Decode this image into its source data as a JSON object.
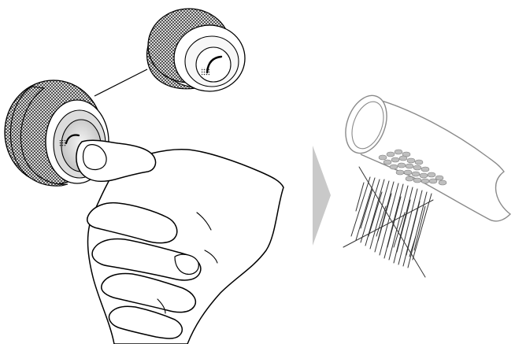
{
  "figure": {
    "left_panel": {
      "front_knob": {
        "icon": "shower-head-icon"
      },
      "rear_knob": {
        "icon": "shower-head-icon"
      },
      "hand": {
        "gesture": "press"
      }
    },
    "transition_arrow": {
      "icon": "arrow-right-icon",
      "color": "#c9c9c9"
    },
    "right_panel": {
      "spout": {
        "nozzle_rows": 5
      },
      "spray": {
        "mode": "jet"
      }
    },
    "colors": {
      "stroke": "#000000",
      "knurl": "#555555",
      "spout_stroke": "#8a8a8a",
      "nozzle": "#bfbfbf",
      "spray": "#333333"
    }
  }
}
